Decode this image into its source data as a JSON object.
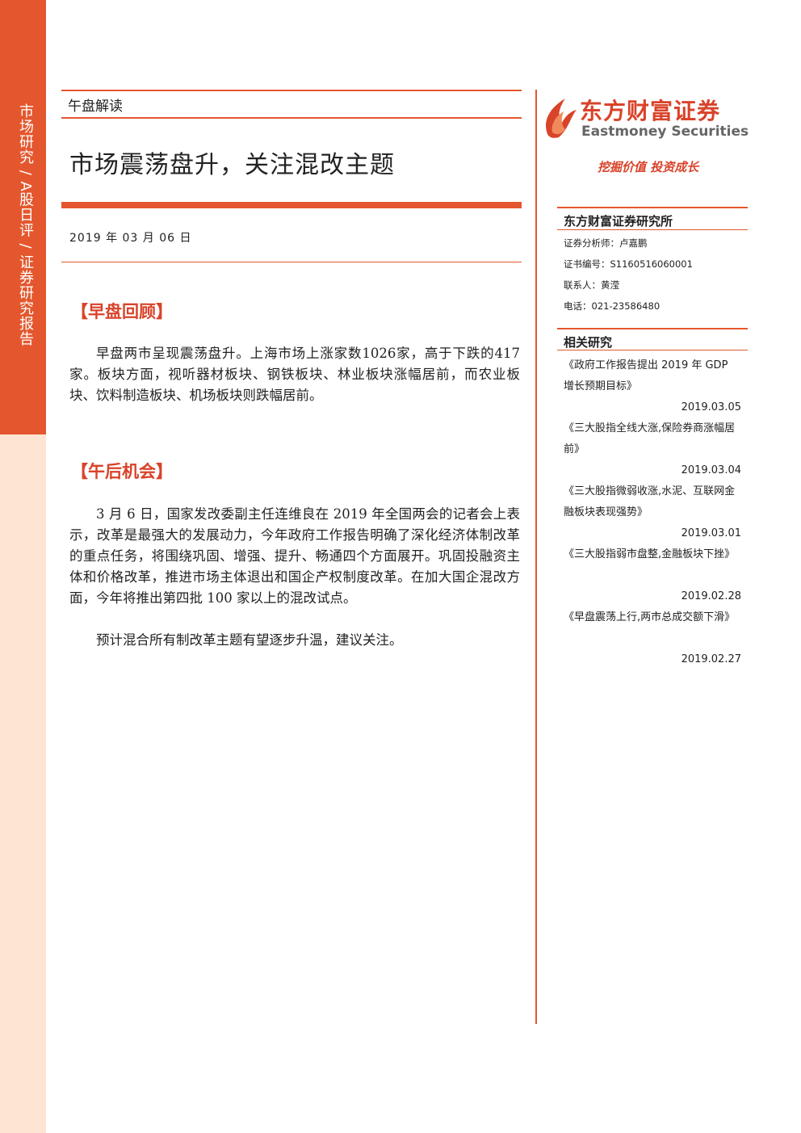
{
  "sidebar_band": {
    "text": "市场研究 / A股日评 / 证券研究报告"
  },
  "header": {
    "category": "午盘解读",
    "title": "市场震荡盘升，关注混改主题",
    "date": "2019 年 03 月 06 日"
  },
  "sections": [
    {
      "heading": "【早盘回顾】",
      "paragraphs": [
        "早盘两市呈现震荡盘升。上海市场上涨家数1026家，高于下跌的417家。板块方面，视听器材板块、钢铁板块、林业板块涨幅居前，而农业板块、饮料制造板块、机场板块则跌幅居前。"
      ]
    },
    {
      "heading": "【午后机会】",
      "paragraphs": [
        "3 月 6 日，国家发改委副主任连维良在 2019 年全国两会的记者会上表示，改革是最强大的发展动力，今年政府工作报告明确了深化经济体制改革的重点任务，将围绕巩固、增强、提升、畅通四个方面展开。巩固投融资主体和价格改革，推进市场主体退出和国企产权制度改革。在加大国企混改方面，今年将推出第四批 100 家以上的混改试点。",
        "预计混合所有制改革主题有望逐步升温，建议关注。"
      ]
    }
  ],
  "brand": {
    "name_cn": "东方财富证券",
    "name_en": "Eastmoney Securities",
    "slogan": "挖掘价值 投资成长",
    "color": "#d9432a"
  },
  "institute": {
    "heading": "东方财富证券研究所",
    "analyst": "证券分析师：卢嘉鹏",
    "cert": "证书编号：S1160516060001",
    "contact": "联系人：黄滢",
    "phone": "电话：021-23586480"
  },
  "related": {
    "heading": "相关研究",
    "items": [
      {
        "title": "《政府工作报告提出 2019 年 GDP 增长预期目标》",
        "date": "2019.03.05"
      },
      {
        "title": "《三大股指全线大涨,保险券商涨幅居前》",
        "date": "2019.03.04"
      },
      {
        "title": "《三大股指微弱收涨,水泥、互联网金融板块表现强势》",
        "date": "2019.03.01"
      },
      {
        "title": "《三大股指弱市盘整,金融板块下挫》",
        "date": "2019.02.28"
      },
      {
        "title": "《早盘震荡上行,两市总成交额下滑》",
        "date": "2019.02.27"
      }
    ]
  }
}
